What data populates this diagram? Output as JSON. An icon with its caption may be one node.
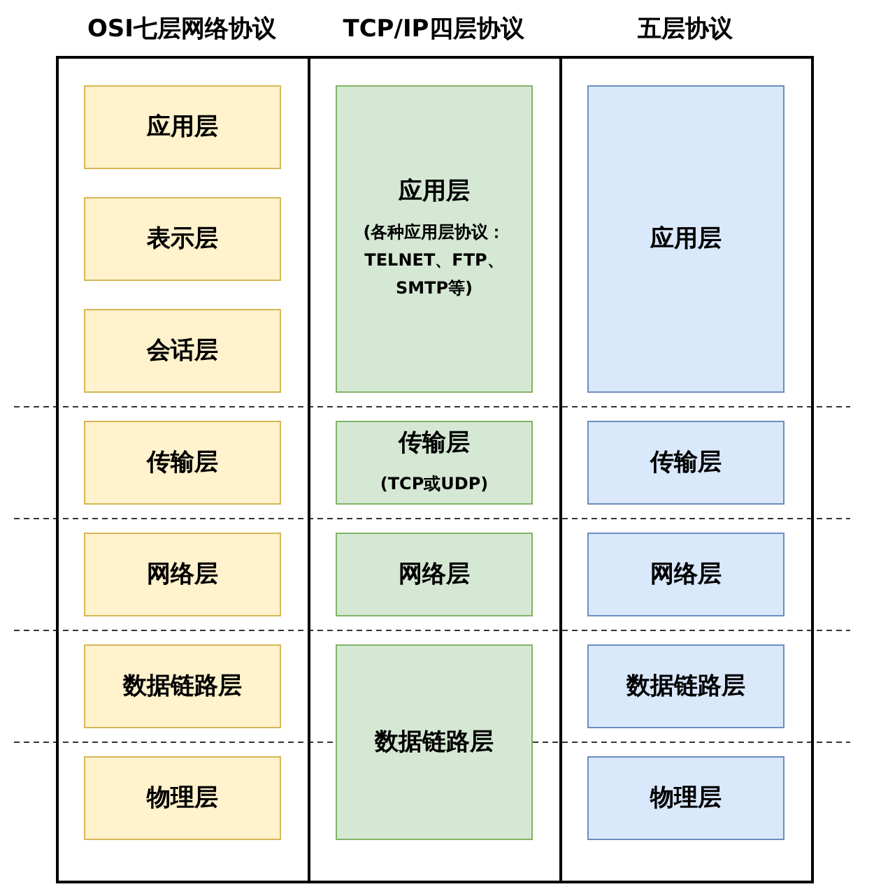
{
  "diagram": {
    "nodes": [
      {
        "text": [
          "OSI七层网络协议"
        ]
      },
      {
        "text": [
          "应用层"
        ],
        "in": 0
      },
      {
        "text": [
          "表示层"
        ],
        "in": 0
      },
      {
        "text": [
          "会话层"
        ],
        "in": 0
      },
      {
        "text": [
          "传输层"
        ],
        "in": 0
      },
      {
        "text": [
          "网络层"
        ],
        "in": 0
      },
      {
        "text": [
          "数据链路层"
        ],
        "in": 0
      },
      {
        "text": [
          "物理层"
        ],
        "in": 0
      },
      {
        "text": [
          "TCP/IP四层协议"
        ]
      },
      {
        "text": [
          "应用层",
          "(各种应用层协议：TELNET、FTP、SMTP等)"
        ],
        "in": 8
      },
      {
        "text": [
          "传输层",
          "(TCP或UDP)"
        ],
        "in": 8
      },
      {
        "text": [
          "网络层"
        ],
        "in": 8
      },
      {
        "text": [
          "数据链路层"
        ],
        "in": 8
      },
      {
        "text": [
          "五层协议"
        ]
      },
      {
        "text": [
          "应用层"
        ],
        "in": 13
      },
      {
        "text": [
          "传输层"
        ],
        "in": 13
      },
      {
        "text": [
          "网络层"
        ],
        "in": 13
      },
      {
        "text": [
          "数据链路层"
        ],
        "in": 13
      },
      {
        "text": [
          "物理层"
        ],
        "in": 13
      }
    ]
  }
}
